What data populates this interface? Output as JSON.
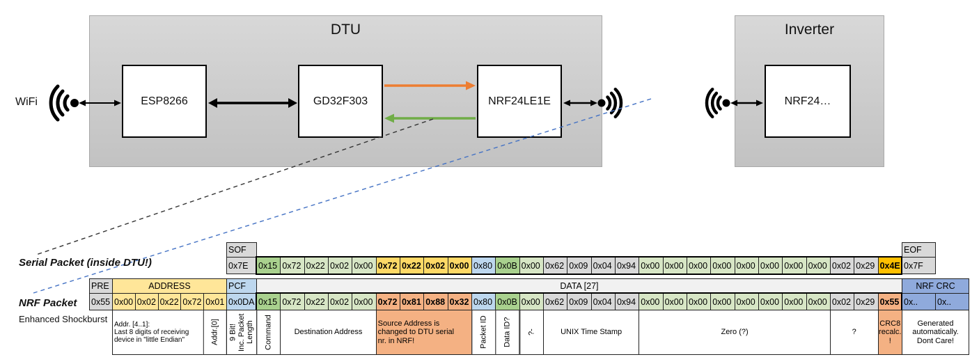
{
  "palette": {
    "white": "#FFFFFF",
    "grey": "#D9D9D9",
    "light_grey": "#F1F1F1",
    "yellow": "#FFE699",
    "gold": "#FFD966",
    "amber": "#FFC000",
    "blue_light": "#BDD7EE",
    "blue_mid": "#8FAADC",
    "green_dark": "#A9D18E",
    "green_light": "#D7E6C5",
    "salmon": "#F4B183",
    "orange_arrow": "#ED7D31",
    "green_arrow": "#70AD47",
    "dashed_blue": "#4472C4"
  },
  "icons": {
    "wifi_left": "wifi-signal-icon",
    "antenna_dtu": "radio-waves-icon",
    "antenna_inverter": "radio-waves-icon"
  },
  "diagram": {
    "wifi_label": "WiFi",
    "dtu_title": "DTU",
    "esp_label": "ESP8266",
    "gd_label": "GD32F303",
    "nrf_dtu_label": "NRF24LE1E",
    "inverter_title": "Inverter",
    "nrf_inv_label": "NRF24…"
  },
  "serial_packet": {
    "label": "Serial Packet (inside DTU!)",
    "sof_header": "SOF",
    "sof_value": "0x7E",
    "eof_header": "EOF",
    "eof_value": "0x7F",
    "bytes": [
      {
        "v": "0x15",
        "c": "green_dark"
      },
      {
        "v": "0x72",
        "c": "green_light"
      },
      {
        "v": "0x22",
        "c": "green_light"
      },
      {
        "v": "0x02",
        "c": "green_light"
      },
      {
        "v": "0x00",
        "c": "green_light"
      },
      {
        "v": "0x72",
        "c": "gold",
        "b": true
      },
      {
        "v": "0x22",
        "c": "gold",
        "b": true
      },
      {
        "v": "0x02",
        "c": "gold",
        "b": true
      },
      {
        "v": "0x00",
        "c": "gold",
        "b": true
      },
      {
        "v": "0x80",
        "c": "blue_light"
      },
      {
        "v": "0x0B",
        "c": "green_dark"
      },
      {
        "v": "0x00",
        "c": "green_light"
      },
      {
        "v": "0x62",
        "c": "grey"
      },
      {
        "v": "0x09",
        "c": "grey"
      },
      {
        "v": "0x04",
        "c": "grey"
      },
      {
        "v": "0x94",
        "c": "grey"
      },
      {
        "v": "0x00",
        "c": "green_light"
      },
      {
        "v": "0x00",
        "c": "green_light"
      },
      {
        "v": "0x00",
        "c": "green_light"
      },
      {
        "v": "0x00",
        "c": "green_light"
      },
      {
        "v": "0x00",
        "c": "green_light"
      },
      {
        "v": "0x00",
        "c": "green_light"
      },
      {
        "v": "0x00",
        "c": "green_light"
      },
      {
        "v": "0x00",
        "c": "green_light"
      },
      {
        "v": "0x02",
        "c": "grey"
      },
      {
        "v": "0x29",
        "c": "grey"
      },
      {
        "v": "0x4E",
        "c": "amber",
        "b": true
      }
    ]
  },
  "nrf_packet": {
    "label": "NRF Packet",
    "sublabel": "Enhanced Shockburst",
    "headers": [
      {
        "text": "PRE",
        "bg": "grey",
        "area": "pre"
      },
      {
        "text": "ADDRESS",
        "bg": "yellow",
        "area": "addr",
        "start": 0,
        "span": 5,
        "center": true
      },
      {
        "text": "PCF",
        "bg": "blue_light",
        "area": "pcf"
      },
      {
        "text": "DATA [27]",
        "bg": "light_grey",
        "area": "data",
        "start": 0,
        "span": 27,
        "center": true
      },
      {
        "text": "NRF CRC",
        "bg": "blue_mid",
        "area": "crc",
        "start": 0,
        "span": 2,
        "center": true
      }
    ],
    "pre_value": "0x55",
    "address_values": [
      "0x00",
      "0x02",
      "0x22",
      "0x72",
      "0x01"
    ],
    "pcf_value": "0x0DA",
    "crc_values": [
      "0x..",
      "0x.."
    ],
    "bytes": [
      {
        "v": "0x15",
        "c": "green_dark"
      },
      {
        "v": "0x72",
        "c": "green_light"
      },
      {
        "v": "0x22",
        "c": "green_light"
      },
      {
        "v": "0x02",
        "c": "green_light"
      },
      {
        "v": "0x00",
        "c": "green_light"
      },
      {
        "v": "0x72",
        "c": "salmon",
        "b": true
      },
      {
        "v": "0x81",
        "c": "salmon",
        "b": true
      },
      {
        "v": "0x88",
        "c": "salmon",
        "b": true
      },
      {
        "v": "0x32",
        "c": "salmon",
        "b": true
      },
      {
        "v": "0x80",
        "c": "blue_light"
      },
      {
        "v": "0x0B",
        "c": "green_dark"
      },
      {
        "v": "0x00",
        "c": "green_light"
      },
      {
        "v": "0x62",
        "c": "grey"
      },
      {
        "v": "0x09",
        "c": "grey"
      },
      {
        "v": "0x04",
        "c": "grey"
      },
      {
        "v": "0x94",
        "c": "grey"
      },
      {
        "v": "0x00",
        "c": "green_light"
      },
      {
        "v": "0x00",
        "c": "green_light"
      },
      {
        "v": "0x00",
        "c": "green_light"
      },
      {
        "v": "0x00",
        "c": "green_light"
      },
      {
        "v": "0x00",
        "c": "green_light"
      },
      {
        "v": "0x00",
        "c": "green_light"
      },
      {
        "v": "0x00",
        "c": "green_light"
      },
      {
        "v": "0x00",
        "c": "green_light"
      },
      {
        "v": "0x02",
        "c": "grey"
      },
      {
        "v": "0x29",
        "c": "grey"
      },
      {
        "v": "0x55",
        "c": "salmon",
        "b": true
      }
    ],
    "annotations": [
      {
        "id": "addr-note",
        "text": "Addr. [4..1]:\nLast 8 digits of receiving\ndevice in \"little Endian\"",
        "area": "addr",
        "start": 0,
        "span": 4,
        "bg": "white",
        "left": true,
        "sm": true
      },
      {
        "id": "addr0",
        "text": "Addr.[0]",
        "area": "addr",
        "start": 4,
        "span": 1,
        "bg": "white",
        "vertical": true
      },
      {
        "id": "pcf-note",
        "text": "9 Bit!\nInc. Packet\nLength",
        "area": "pcf",
        "start": 0,
        "span": 1,
        "bg": "white",
        "vertical": true
      },
      {
        "id": "command",
        "text": "Command",
        "area": "data",
        "start": 0,
        "span": 1,
        "bg": "white",
        "vertical": true
      },
      {
        "id": "dest-address",
        "text": "Destination Address",
        "area": "data",
        "start": 1,
        "span": 4,
        "bg": "white"
      },
      {
        "id": "src-address",
        "text": "Source Address is\nchanged to DTU serial\nnr. in NRF!",
        "area": "data",
        "start": 5,
        "span": 4,
        "bg": "salmon",
        "left": true
      },
      {
        "id": "packet-id",
        "text": "Packet ID",
        "area": "data",
        "start": 9,
        "span": 1,
        "bg": "white",
        "vertical": true
      },
      {
        "id": "data-id",
        "text": "Data ID?",
        "area": "data",
        "start": 10,
        "span": 1,
        "bg": "white",
        "vertical": true
      },
      {
        "id": "question-byte",
        "text": "?-",
        "area": "data",
        "start": 11,
        "span": 1,
        "bg": "white",
        "vertical": true
      },
      {
        "id": "unix-timestamp",
        "text": "UNIX Time Stamp",
        "area": "data",
        "start": 12,
        "span": 4,
        "bg": "white"
      },
      {
        "id": "zero",
        "text": "Zero (?)",
        "area": "data",
        "start": 16,
        "span": 8,
        "bg": "white"
      },
      {
        "id": "question2",
        "text": "?",
        "area": "data",
        "start": 24,
        "span": 2,
        "bg": "white"
      },
      {
        "id": "crc8-note",
        "text": "CRC8\nrecalc.\n!",
        "area": "data",
        "start": 26,
        "span": 1,
        "bg": "salmon"
      },
      {
        "id": "nrf-crc-note",
        "text": "Generated\nautomatically.\nDont Care!",
        "area": "crc",
        "start": 0,
        "span": 2,
        "bg": "white"
      }
    ]
  }
}
